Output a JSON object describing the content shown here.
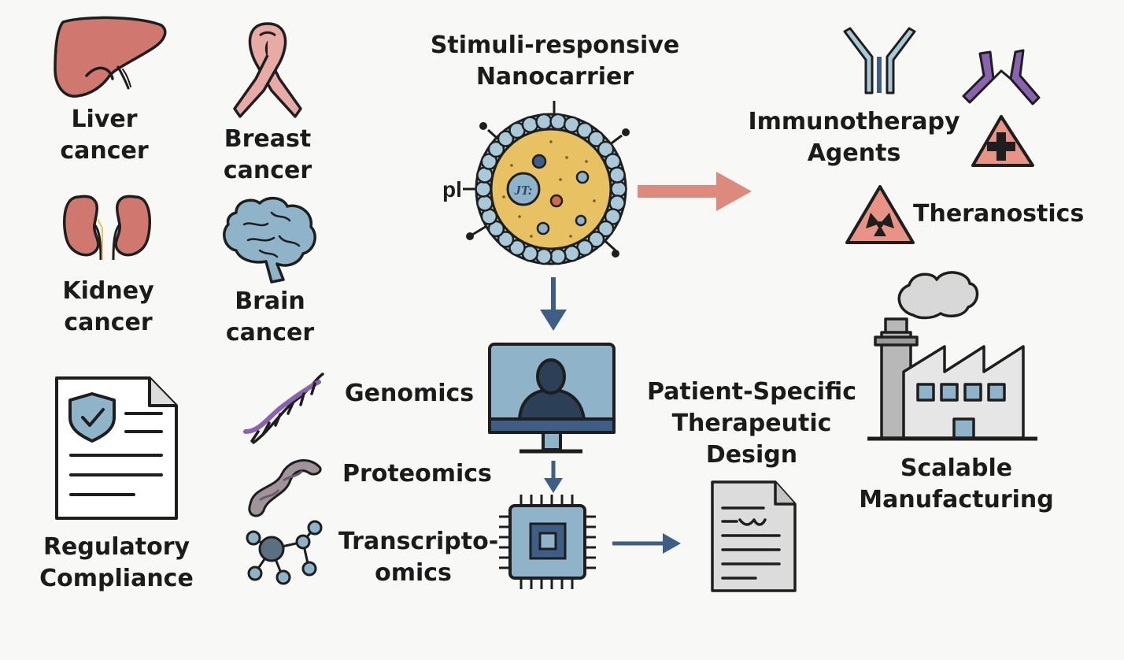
{
  "diagram": {
    "cancer_types": [
      {
        "line1": "Liver",
        "line2": "cancer",
        "icon": "liver-icon"
      },
      {
        "line1": "Breast",
        "line2": "cancer",
        "icon": "ribbon-icon"
      },
      {
        "line1": "Kidney",
        "line2": "cancer",
        "icon": "kidneys-icon"
      },
      {
        "line1": "Brain",
        "line2": "cancer",
        "icon": "brain-icon"
      }
    ],
    "nanocarrier": {
      "line1": "Stimuli-responsive",
      "line2": "Nanocarrier",
      "ph_label": "pl",
      "core_glyph": "JT:"
    },
    "immunotherapy": {
      "line1": "Immunotherapy",
      "line2": "Agents"
    },
    "theranostics": {
      "label": "Theranostics"
    },
    "omics": [
      {
        "label": "Genomics",
        "icon": "dna-icon"
      },
      {
        "label": "Proteomics",
        "icon": "protein-icon"
      },
      {
        "line1": "Transcripto-",
        "line2": "omics",
        "icon": "network-icon"
      }
    ],
    "regulatory": {
      "line1": "Regulatory",
      "line2": "Compliance"
    },
    "therapeutic_design": {
      "line1": "Patient-Specific",
      "line2": "Therapeutic",
      "line3": "Design"
    },
    "manufacturing": {
      "line1": "Scalable",
      "line2": "Manufacturing"
    },
    "colors": {
      "organ_red": "#d0786f",
      "ribbon_pink": "#e8aaa4",
      "brain_blue": "#8fb4c9",
      "nanocarrier_core": "#e8c163",
      "membrane_blue": "#a9c9d8",
      "arrow_salmon": "#dc8a7c",
      "arrow_navy": "#3e5e85",
      "antibody_purple": "#8a63b0",
      "warning_salmon": "#e89385",
      "line_dark": "#1e1e1e"
    }
  }
}
